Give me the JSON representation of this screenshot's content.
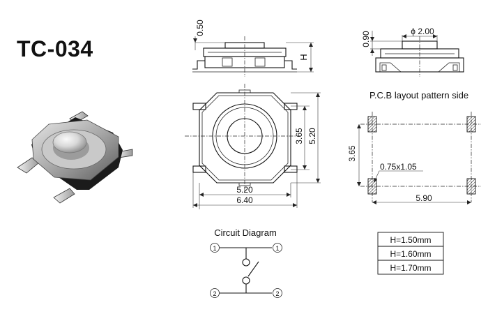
{
  "title": "TC-034",
  "side_view_left": {
    "dim_top": "0.50",
    "dim_height_label": "H"
  },
  "side_view_right": {
    "dim_top": "0.90",
    "dim_diameter": "ϕ 2.00"
  },
  "top_view": {
    "dim_inner_v": "3.65",
    "dim_outer_v": "5.20",
    "dim_inner_h": "5.20",
    "dim_outer_h": "6.40"
  },
  "pcb": {
    "caption": "P.C.B layout pattern side",
    "dim_v": "3.65",
    "dim_pad": "0.75x1.05",
    "dim_h": "5.90"
  },
  "circuit": {
    "caption": "Circuit Diagram",
    "pin1": "1",
    "pin2": "2"
  },
  "height_table": [
    "H=1.50mm",
    "H=1.60mm",
    "H=1.70mm"
  ]
}
